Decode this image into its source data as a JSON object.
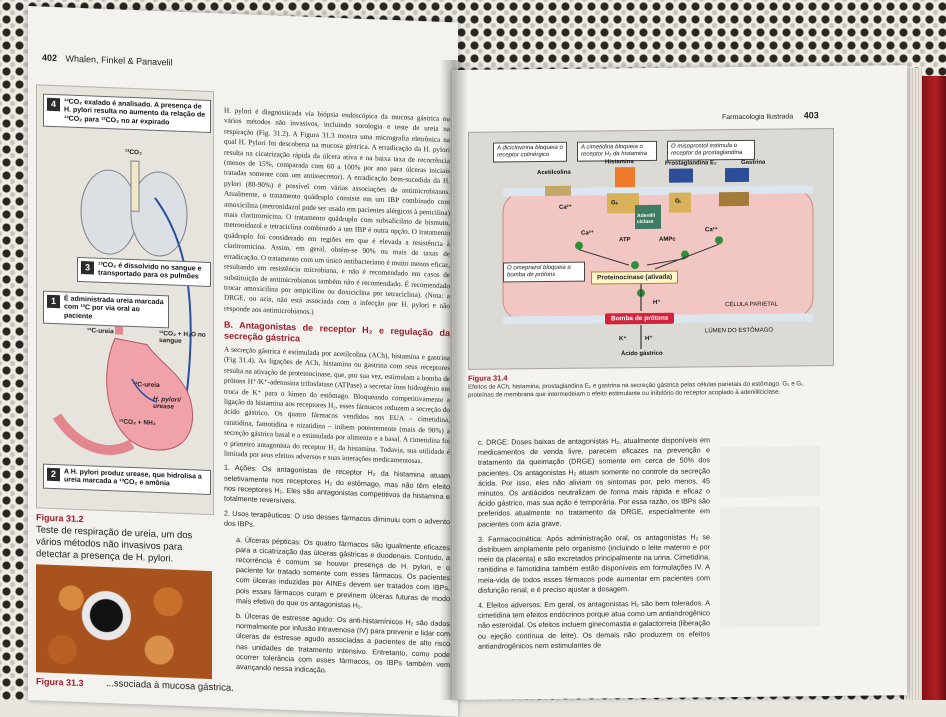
{
  "left_page": {
    "page_number": "402",
    "running_header": "Whalen, Finkel & Panavelil",
    "figure_31_2": {
      "step4": {
        "n": "4",
        "text": "¹³CO₂ exalado é analisado. A presença de H. pylori resulta no aumento da relação de ¹³CO₂ para ¹²CO₂ no ar expirado"
      },
      "step3": {
        "n": "3",
        "text": "¹³CO₂ é dissolvido no sangue e transportado para os pulmões"
      },
      "step1": {
        "n": "1",
        "text": "É administrada ureia marcada com ¹³C por via oral ao paciente"
      },
      "step2": {
        "n": "2",
        "text": "A H. pylori produz urease, que hidrolisa a ureia marcada a ¹³CO₂ e amônia"
      },
      "co2_label": "¹³CO₂",
      "urea_label": "¹³C-ureia",
      "blood_label": "¹³CO₂ + H₂O no sangue",
      "urea2_label": "¹³C-ureia",
      "pylori_label": "H. pylori/ urease",
      "nh3_label": "¹³CO₂ + NH₃"
    },
    "caption_31_2_label": "Figura 31.2",
    "caption_31_2_text": "Teste de respiração de ureia, um dos vários métodos não invasivos para detectar a presença de H. pylori.",
    "caption_31_3_label": "Figura 31.3",
    "caption_31_3_text": "...ssociada à mucosa gástrica.",
    "body_paragraph_1": "H. pylori é diagnosticada via biópsia endoscópica da mucosa gástrica ou vários métodos não invasivos, incluindo sorologia e teste de ureia na respiração (Fig. 31.2). A Figura 31.3 mostra uma micrografia eletrônica na qual H. Pylori foi descoberta na mucosa gástrica. A erradicação da H. pylori resulta na cicatrização rápida da úlcera ativa e na baixa taxa de recorrência (menos de 15%, comparada com 60 a 100% por ano para úlceras iniciais tratadas somente com um antissecretor). A erradicação bem-sucedida da H. pylori (80-90%) é possível com várias associações de antimicrobianos. Atualmente, o tratamento quádruplo consiste em um IBP combinado com amoxicilina (metronidazol pode ser usado em pacientes alérgicos à penicilina) mais claritromicina. O tratamento quádruplo com subsalicilato de bismuto, metronidazol e tetraciclina combinado a um IBP é outra opção. O tratamento quádruplo foi considerado em regiões em que é elevada a resistência à claritromicina. Assim, em geral, obtém-se 90% ou mais de taxas de erradicação. O tratamento com um único antibacteriano é muito menos eficaz, resultando em resistência microbiana, e não é recomendado em casos de substituição de antimicrobianos também não é recomendado. É recomendado trocar amoxicilina por ampicilina ou doxiciclina por tetraciclina). (Nota: a DRGE, ou azia, não está associada com a infecção por H. pylori e não responde aos antimicrobianos.)",
    "section_B_title": "B. Antagonistas de receptor H₂ e regulação da secreção gástrica",
    "body_paragraph_2": "A secreção gástrica é estimulada por acetilcolina (ACh), histamina e gastrina (Fig 31.4). As ligações de ACh, histamina ou gastrina com seus receptores resulta na ativação de proteinocinase, que, por sua vez, estimulam a bomba de prótons H⁺/K⁺-adenosina trifosfatase (ATPase) a secretar íons hidrogênio em troca de K⁺ para o lúmen do estômago. Bloqueando competitivamente a ligação da histamina aos receptores H₂, esses fármacos reduzem a secreção do ácido gástrico. Os quatro fármacos vendidos nos EUA – cimetidina, ranitidina, famotidina e nizatidina – inibem potentemente (mais de 90%) a secreção gástrica basal e a estimulada por alimento e a basal. A cimetidina foi o primeiro antagonista do receptor H₂ da histamina. Todavia, sua utilidade é limitada por seus efeitos adversos e suas interações medicamentosas.",
    "item_1": "1. Ações: Os antagonistas de receptor H₂ da histamina atuam seletivamente nos receptores H₂ do estômago, mas não têm efeito nos receptores H₁. Eles são antagonistas competitivos da histamina e totalmente reversíveis.",
    "item_2": "2. Usos terapêuticos: O uso desses fármacos diminuiu com o advento dos IBPs.",
    "item_a": "a. Úlceras pépticas: Os quatro fármacos são igualmente eficazes para a cicatrização das úlceras gástricas e duodenais. Contudo, a recorrência é comum se houver presença de H. pylori, e o paciente for tratado somente com esses fármacos. Os pacientes com úlceras induzidas por AINEs devem ser tratados com IBPs, pois esses fármacos curam e previnem úlceras futuras de modo mais efetivo do que os antagonistas H₂.",
    "item_b": "b. Úlceras de estresse agudo: Os anti-histamínicos H₂ são dados normalmente por infusão intravenosa (IV) para prevenir e lidar com úlceras de estresse agudo associadas a pacientes de alto risco nas unidades de tratamento intensivo. Entretanto, como pode ocorrer tolerância com esses fármacos, os IBPs também vem avançando nessa indicação."
  },
  "right_page": {
    "running_header": "Farmacologia Ilustrada",
    "page_number": "403",
    "figure_31_4": {
      "callout_dicic": "A diciclovirina bloqueia o receptor colinérgico",
      "callout_cimet": "A cimetidina bloqueia o receptor H₂ da histamina",
      "callout_misop": "O misoprostol estimula o receptor da prostaglandina",
      "callout_omep": "O omeprazol bloqueia a bomba de prótons",
      "lbl_ach": "Acetilcolina",
      "lbl_hist": "Histamina",
      "lbl_prost": "Prostaglandina E₂",
      "lbl_gast": "Gastrina",
      "lbl_atp": "ATP",
      "lbl_camp": "AMPc",
      "lbl_ca1": "Ca²⁺",
      "lbl_ca2": "Ca²⁺",
      "lbl_ca3": "Ca²⁺",
      "lbl_gs": "Gₛ",
      "lbl_gi": "Gᵢ",
      "lbl_adenyl": "Adenilil ciclase",
      "proteinkinase": "Proteinocinase (ativada)",
      "pump": "Bomba de prótons",
      "lbl_h": "H⁺",
      "lbl_k": "K⁺",
      "lbl_h2": "H⁺",
      "lbl_acid": "Ácido gástrico",
      "lbl_cell": "CÉLULA PARIETAL",
      "lbl_lumen": "LÚMEN DO ESTÔMAGO"
    },
    "caption_31_4_label": "Figura 31.4",
    "caption_31_4_text": "Efeitos de ACh, histamina, prostaglandina E₂ e gastrina na secreção gástrica pelas células parietais do estômago. Gₛ e Gᵢ, proteínas de membrana que intermedeiam o efeito estimulante ou inibitório do receptor acoplado à adenililciclase.",
    "item_c": "c. DRGE: Doses baixas de antagonistas H₂, atualmente disponíveis em medicamentos de venda livre, parecem eficazes na prevenção e tratamento da queimação (DRGE) somente em cerca de 50% dos pacientes. Os antagonistas H₂ atuam somente no controle da secreção ácida. Por isso, eles não aliviam os sintomas por, pelo menos, 45 minutos. Os antiácidos neutralizam de forma mais rápida e eficaz o ácido gástrico, mas sua ação é temporária. Por essa razão, os IBPs são preferidos atualmente no tratamento da DRGE, especialmente em pacientes com azia grave.",
    "item_3": "3. Farmacocinética: Após administração oral, os antagonistas H₂ se distribuem amplamente pelo organismo (incluindo o leite materno e por meio da placenta) e são excretados principalmente na urina. Cimetidina, ranitidina e famotidina também estão disponíveis em formulações IV. A meia-vida de todos esses fármacos pode aumentar em pacientes com disfunção renal, e é preciso ajustar a dosagem.",
    "item_4": "4. Efeitos adversos: Em geral, os antagonistas H₂ são bem tolerados. A cimetidina tem efeitos endócrinos porque atua como um antiandrogênico não esteroidal. Os efeitos incluem ginecomastia e galactorreia (liberação ou ejeção contínua de leite). Os demais não produzem os efeitos antiandrogênicos nem estimulantes de"
  }
}
